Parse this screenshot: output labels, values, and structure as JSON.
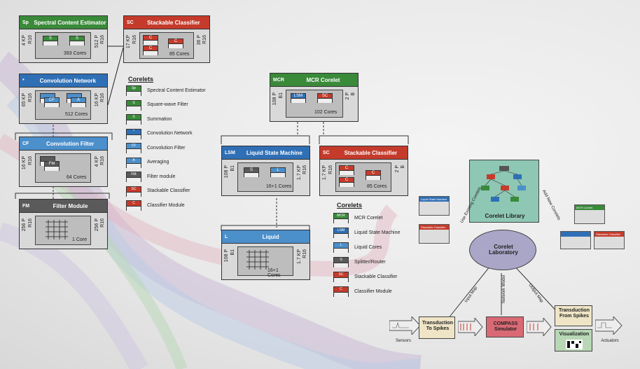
{
  "colors": {
    "green": "#3a8a3a",
    "blue": "#2f6fb5",
    "light_blue": "#4b8fcb",
    "red": "#c53b2b",
    "gray": "#5a5a5a",
    "tan": "#efe5c6",
    "pink": "#d96a75",
    "purple": "#a9a6c8",
    "teal": "#8ec7b4"
  },
  "sp": {
    "abbr": "Sp",
    "title": "Spectral Content Estimator",
    "left1": "4 KP",
    "left2": "R16",
    "right1": "512 P",
    "right2": "R16",
    "cores": "393 Cores",
    "mini1": "S",
    "mini2": "S"
  },
  "sc": {
    "abbr": "SC",
    "title": "Stackable Classifier",
    "left1": "17 KP",
    "left2": "R16",
    "right1": "36 P",
    "right2": "R16",
    "cores": "85 Cores",
    "mini": "C"
  },
  "cn": {
    "abbr": "*",
    "title": "Convolution Network",
    "left1": "65 KP",
    "left2": "R16",
    "right1": "16 KP",
    "right2": "R16",
    "cores": "512 Cores",
    "mini1": "CF",
    "mini2": "A"
  },
  "cf": {
    "abbr": "CF",
    "title": "Convolution Filter",
    "left1": "16 KP",
    "left2": "R16",
    "right1": "4 KP",
    "right2": "R16",
    "cores": "64 Cores",
    "mini": "FM"
  },
  "fm": {
    "abbr": "FM",
    "title": "Filter Module",
    "left1": "256 P",
    "left2": "R16",
    "right1": "256 P",
    "right2": "R16",
    "cores": "1 Core"
  },
  "legend1": {
    "title": "Corelets",
    "items": [
      {
        "abbr": "Sp",
        "label": "Spectral Content Estimator",
        "color": "green"
      },
      {
        "abbr": "S",
        "label": "Square-wave Filter",
        "color": "green"
      },
      {
        "abbr": "S",
        "label": "Summation",
        "color": "green"
      },
      {
        "abbr": "*",
        "label": "Convolution Network",
        "color": "blue"
      },
      {
        "abbr": "CF",
        "label": "Convolution Filter",
        "color": "light_blue"
      },
      {
        "abbr": "A",
        "label": "Averaging",
        "color": "light_blue"
      },
      {
        "abbr": "FM",
        "label": "Filter module",
        "color": "gray"
      },
      {
        "abbr": "SC",
        "label": "Stackable Classifier",
        "color": "red"
      },
      {
        "abbr": "C",
        "label": "Classifier Module",
        "color": "red"
      }
    ]
  },
  "mcr": {
    "abbr": "MCR",
    "title": "MCR Corelet",
    "left1": "108 P",
    "left2": "B1",
    "right1": "2 P",
    "right2": "B",
    "cores": "102 Cores",
    "mini1": "LSM",
    "mini2": "SC"
  },
  "lsm": {
    "abbr": "LSM",
    "title": "Liquid State Machine",
    "left1": "108 P",
    "left2": "B1",
    "right1": "1.7 KP",
    "right2": "R16",
    "cores": "16+1 Cores",
    "mini1": "S",
    "mini2": "L"
  },
  "sc2": {
    "abbr": "SC",
    "title": "Stackable Classifier",
    "left1": "1.7 KP",
    "left2": "R16",
    "right1": "2 P",
    "right2": "B",
    "cores": "85 Cores",
    "mini": "C"
  },
  "liquid": {
    "abbr": "L",
    "title": "Liquid",
    "left1": "108 P",
    "left2": "B1",
    "right1": "1.7 KP",
    "right2": "R16",
    "cores": "16+1 Cores"
  },
  "legend2": {
    "title": "Corelets",
    "items": [
      {
        "abbr": "MCR",
        "label": "MCR Corelet",
        "color": "green"
      },
      {
        "abbr": "LSM",
        "label": "Liquid State Machine",
        "color": "blue"
      },
      {
        "abbr": "L",
        "label": "Liquid Cores",
        "color": "light_blue"
      },
      {
        "abbr": "S",
        "label": "Splitter/Router",
        "color": "gray"
      },
      {
        "abbr": "SC",
        "label": "Stackable Classifier",
        "color": "red"
      },
      {
        "abbr": "C",
        "label": "Classifier Module",
        "color": "red"
      }
    ]
  },
  "workflow": {
    "library": "Corelet Library",
    "laboratory": "Corelet Laboratory",
    "use_existing": "Use Existing Corelets",
    "add_new": "Add New Corelets",
    "input_map": "Input Map",
    "network_model": "Network Model",
    "output_map": "Output Map",
    "transduction_to": "Transduction To Spikes",
    "compass": "COMPASS Simulator",
    "transduction_from": "Transduction From Spikes",
    "visualization": "Visualization",
    "sensors": "Sensors",
    "actuators": "Actuators",
    "thumb_lsm": "Liquid State Machine",
    "thumb_sc": "Stackable Classifier",
    "thumb_mcr": "MCR Corelet",
    "thumb_sc2": "Stackable Classifier"
  }
}
